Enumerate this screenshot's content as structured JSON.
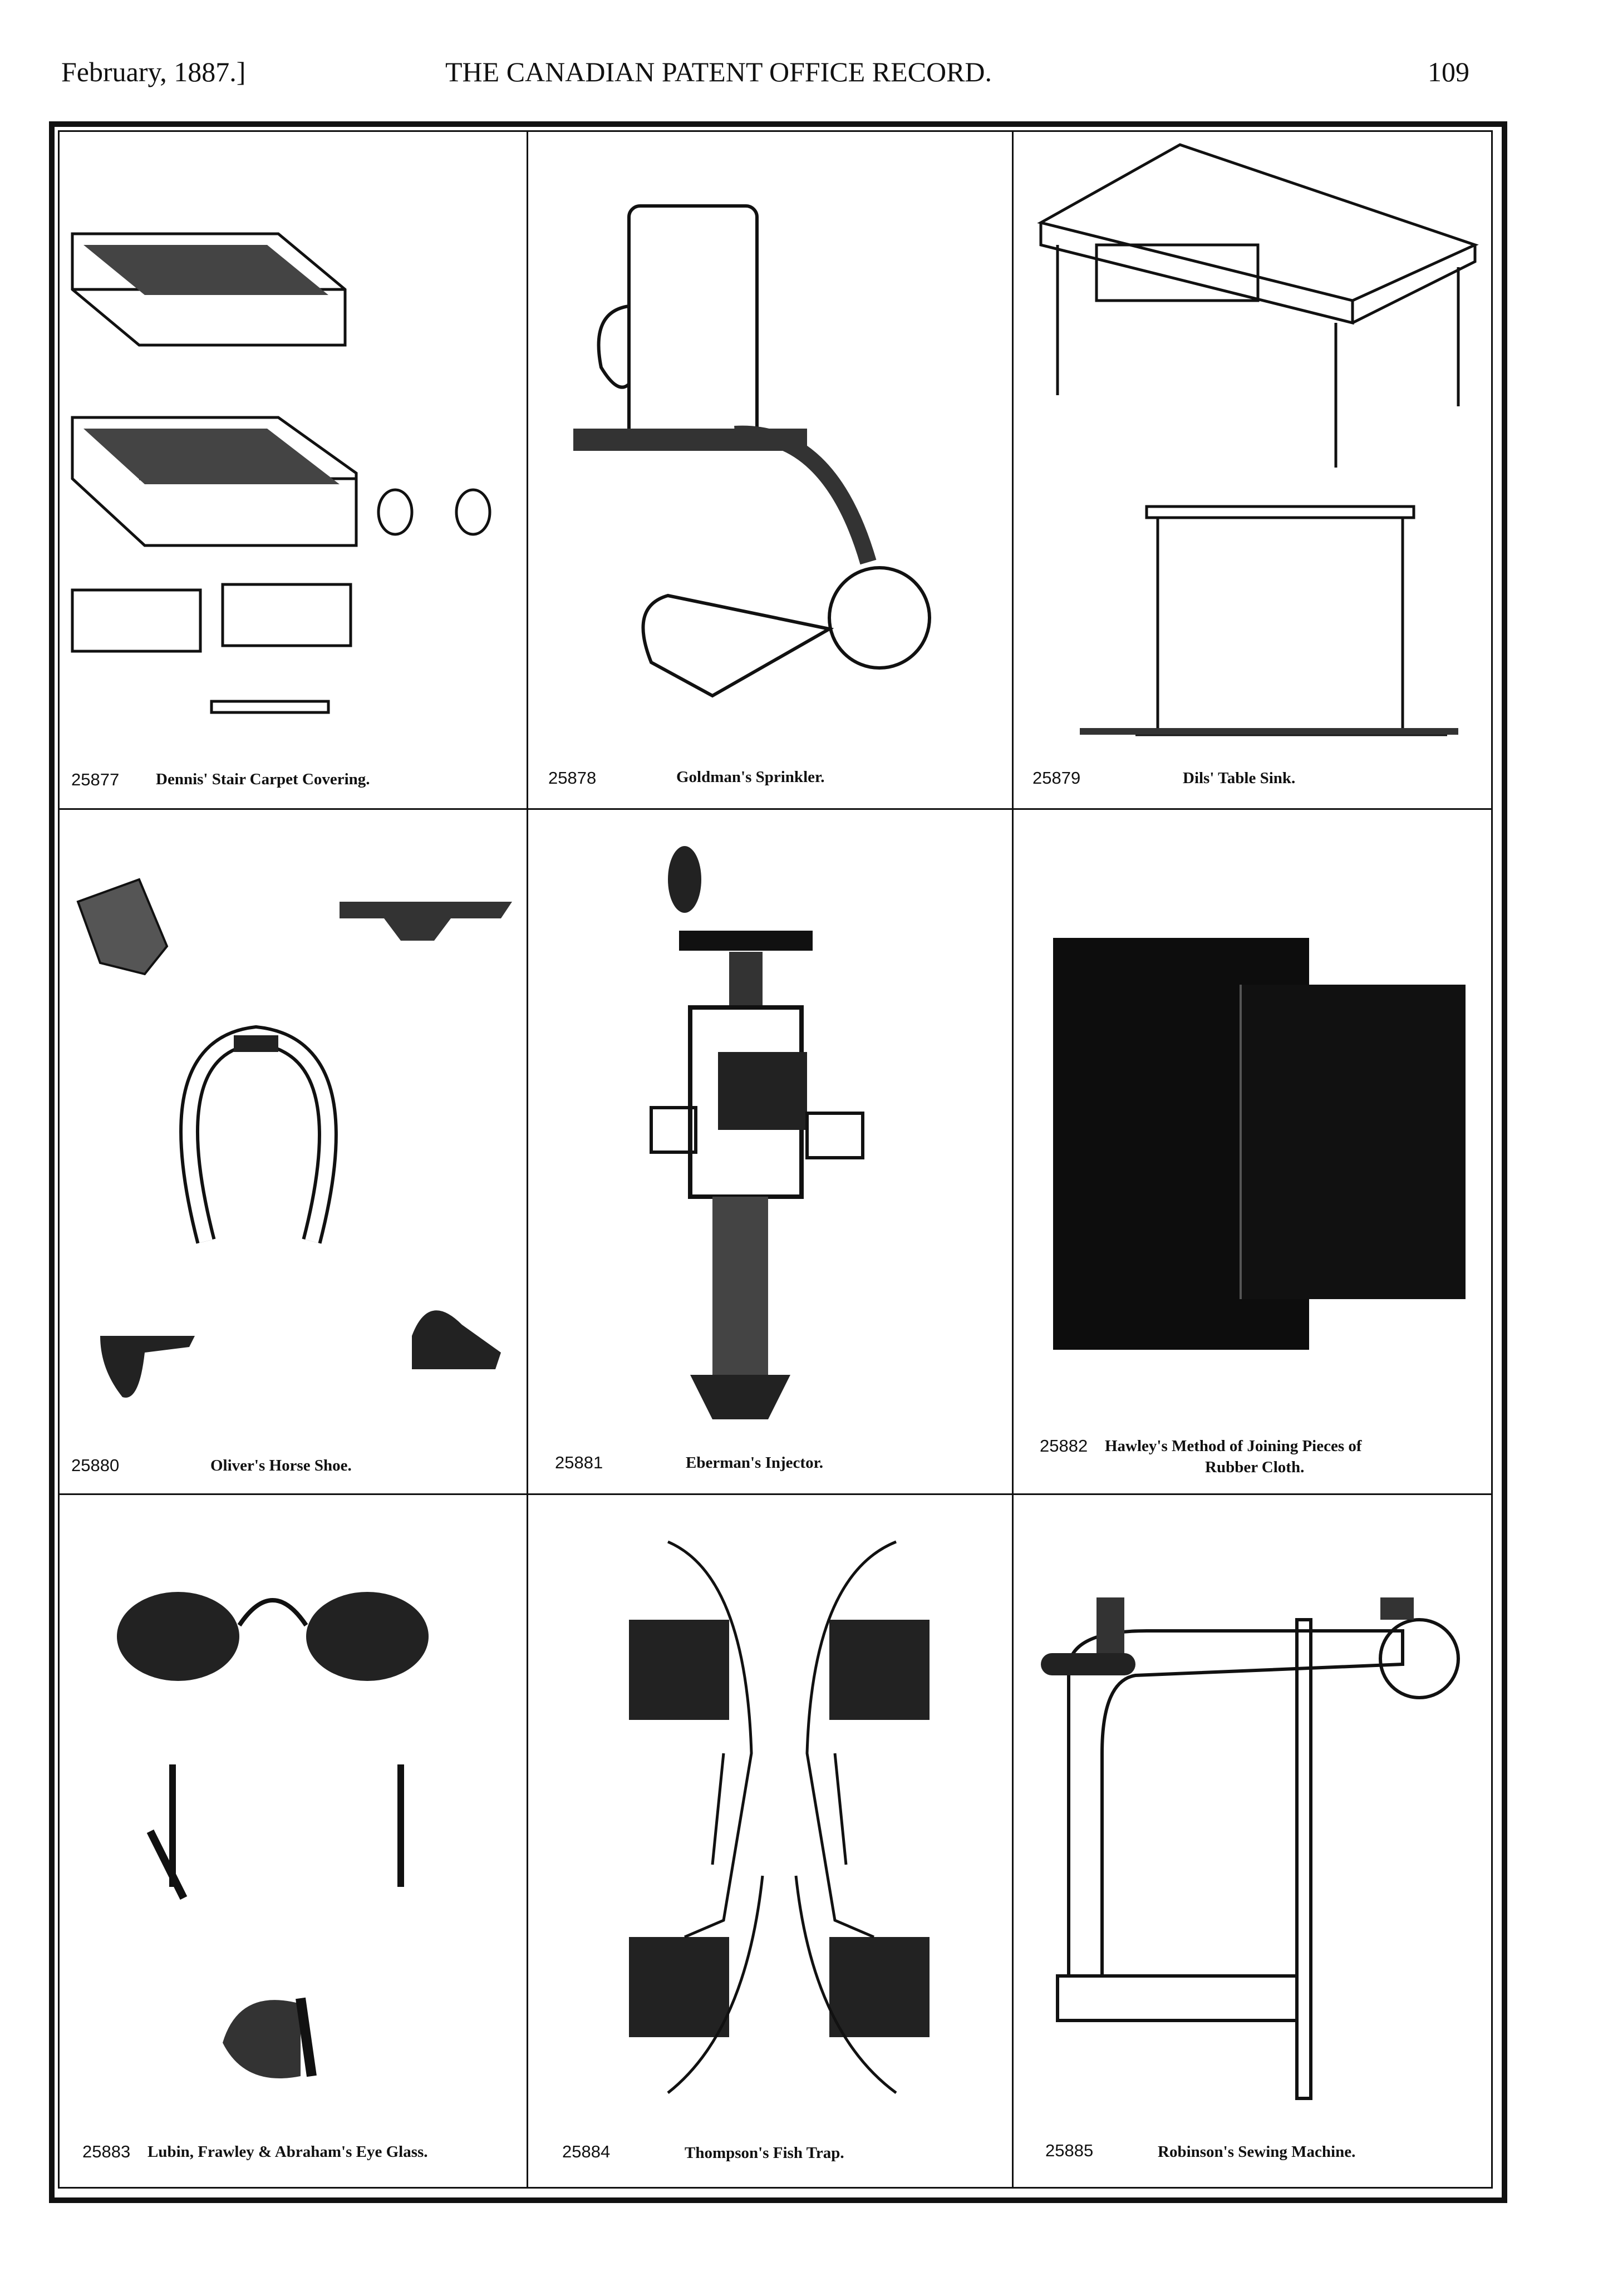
{
  "header": {
    "date": "February, 1887.]",
    "title": "THE CANADIAN PATENT OFFICE RECORD.",
    "page": "109"
  },
  "patents": [
    {
      "number": "25877",
      "title": "Dennis' Stair Carpet Covering."
    },
    {
      "number": "25878",
      "title": "Goldman's Sprinkler."
    },
    {
      "number": "25879",
      "title": "Dils' Table Sink."
    },
    {
      "number": "25880",
      "title": "Oliver's Horse Shoe."
    },
    {
      "number": "25881",
      "title": "Eberman's Injector."
    },
    {
      "number": "25882",
      "title": "Hawley's Method of Joining Pieces of",
      "title2": "Rubber Cloth."
    },
    {
      "number": "25883",
      "title": "Lubin, Frawley & Abraham's Eye Glass."
    },
    {
      "number": "25884",
      "title": "Thompson's Fish Trap."
    },
    {
      "number": "25885",
      "title": "Robinson's Sewing Machine."
    }
  ]
}
